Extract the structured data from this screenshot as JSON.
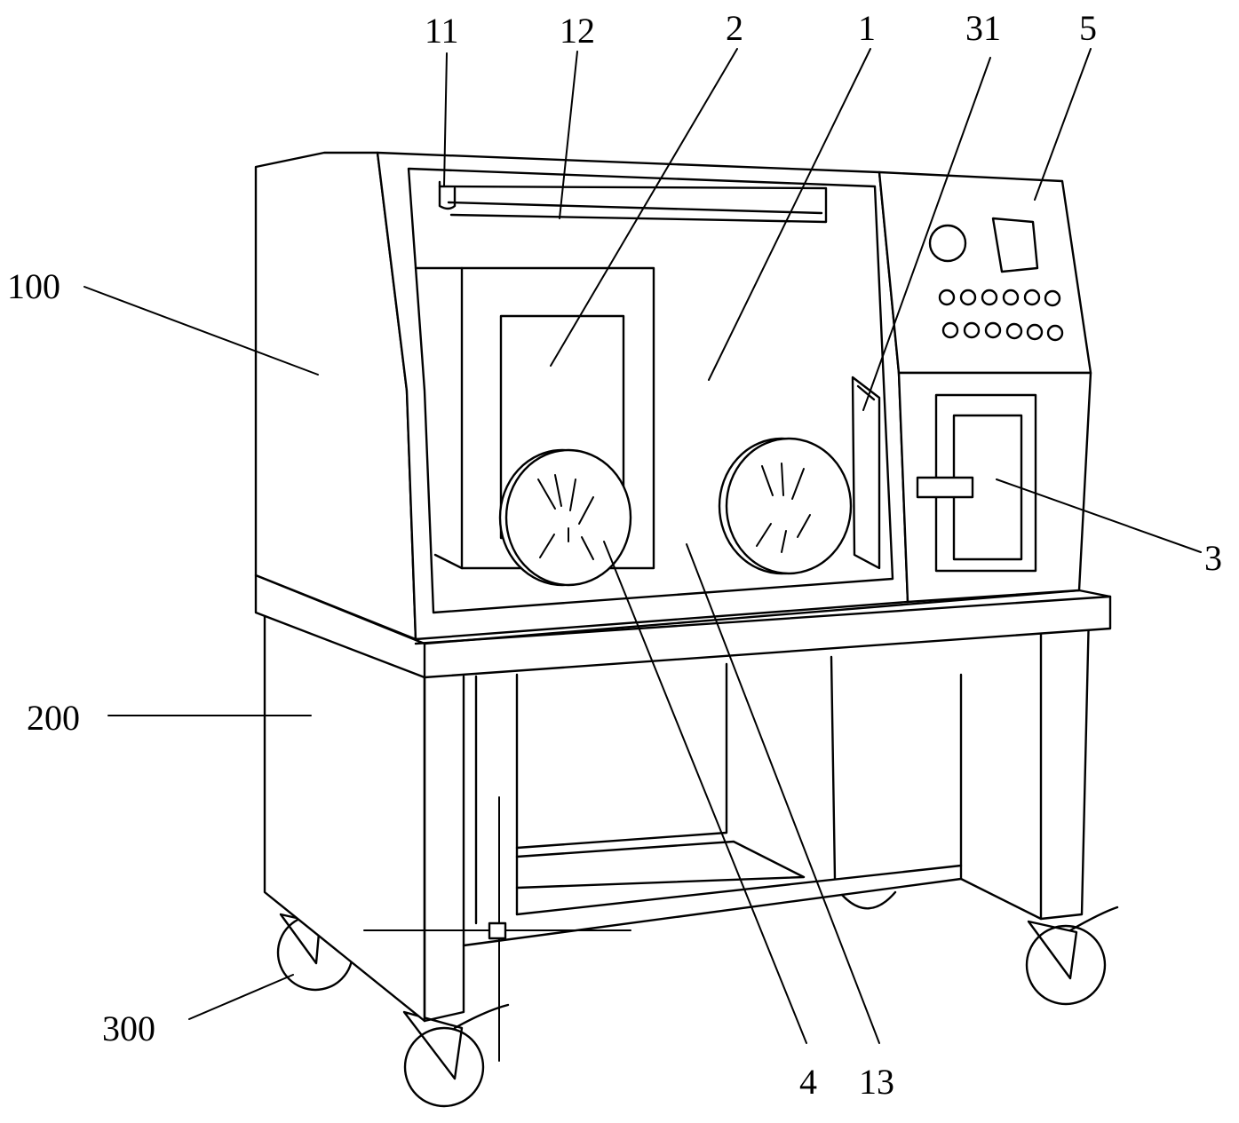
{
  "figure": {
    "labels": {
      "l11": "11",
      "l12": "12",
      "l2": "2",
      "l1": "1",
      "l31": "31",
      "l5": "5",
      "l100": "100",
      "l3": "3",
      "l200": "200",
      "l300": "300",
      "l4": "4",
      "l13": "13"
    }
  }
}
